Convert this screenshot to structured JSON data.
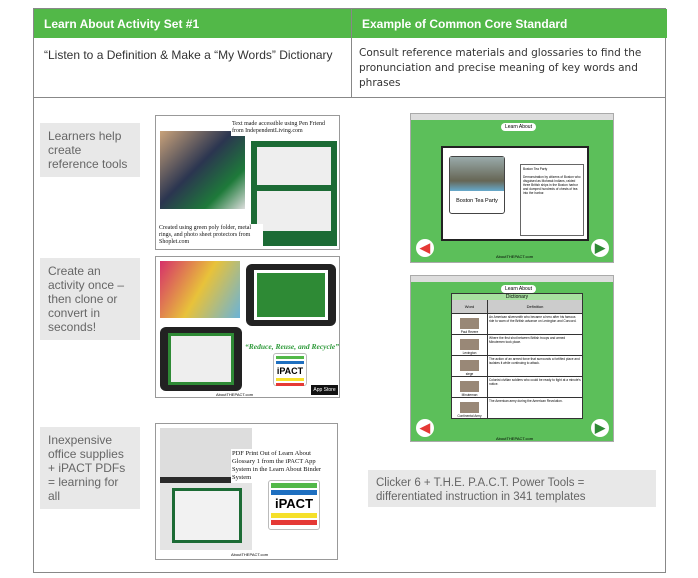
{
  "header": {
    "col1": "Learn About Activity Set #1",
    "col2": "Example of Common Core Standard"
  },
  "row2": {
    "activity": "“Listen to a Definition & Make a “My Words” Dictionary",
    "standard": "Consult reference materials and glossaries to find the pronunciation and precise meaning of key words and phrases"
  },
  "left": [
    {
      "caption": "Learners help create reference tools",
      "note1": "Text made accessible using Pen Friend from IndependentLiving.com",
      "note2": "Created using green poly folder, metal rings, and photo sheet protectors from Shoplet.com"
    },
    {
      "caption": "Create an activity once – then clone or convert in seconds!",
      "slogan": "“Reduce, Reuse, and Recycle”",
      "site": "AboutTHEPACT.com",
      "logo": "iPACT",
      "store": "App Store"
    },
    {
      "caption": "Inexpensive office supplies + iPACT PDFs = learning for all",
      "note": "PDF Print Out of Learn About Glossary 1 from the iPACT App System in the Learn About Binder System",
      "site": "AboutTHEPACT.com",
      "logo": "iPACT"
    }
  ],
  "right": {
    "screen1": {
      "title": "Learn About",
      "card": "Boston Tea Party",
      "def_title": "Boston Tea Party",
      "def": "Demonstration by citizens of Boston who disguised as Mohawk Indians, raided three British ships in the Boston harbor and dumped hundreds of chests of tea into the harbor.",
      "site": "AboutTHEPACT.com"
    },
    "screen2": {
      "title": "Learn About",
      "table_title": "Dictionary",
      "col_word": "Word",
      "col_def": "Definition",
      "rows": [
        {
          "word": "Paul Revere",
          "def": "An American silversmith who became a hero after his famous ride to warn of the British advance on Lexington and Concord."
        },
        {
          "word": "Lexington",
          "def": "Where the first shot between British troops and armed Minutemen took place."
        },
        {
          "word": "siege",
          "def": "The action of an armed force that surrounds a fortified place and isolates it while continuing to attack."
        },
        {
          "word": "Minuteman",
          "def": "Colonist civilian soldiers who could be ready to fight at a minute's notice."
        },
        {
          "word": "Continental Army",
          "def": "The American army during the American Revolution."
        }
      ],
      "site": "AboutTHEPACT.com"
    },
    "caption": "Clicker 6 + T.H.E. P.A.C.T. Power Tools = differentiated instruction in 341 templates"
  },
  "colors": {
    "green": "#52b848",
    "red": "#e53935",
    "yellow": "#f5e02a",
    "blue": "#1e6fc0"
  }
}
